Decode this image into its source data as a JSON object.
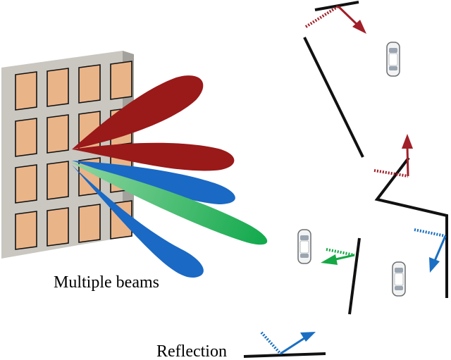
{
  "labels": {
    "multiple_beams": "Multiple beams",
    "reflection": "Reflection"
  },
  "colors": {
    "panel_front": "#c9c7c0",
    "panel_side": "#a3a19b",
    "panel_top": "#e1dfd9",
    "antenna_element": "#eab489",
    "beam_red": "#9a1919",
    "beam_green_start": "#8fd6a2",
    "beam_green_end": "#0fa84a",
    "beam_blue": "#1a69c4",
    "arrow_red": "#a11f28",
    "arrow_green": "#16a845",
    "arrow_blue": "#1a6fc2",
    "wall": "#111111",
    "car_body": "#f3f3f3",
    "car_window": "#9aa5b1"
  },
  "antenna_array": {
    "rows": 4,
    "columns": 4
  },
  "beams": [
    {
      "name": "red-upper",
      "color_key": "beam_red"
    },
    {
      "name": "red-middle",
      "color_key": "beam_red"
    },
    {
      "name": "blue-upper",
      "color_key": "beam_blue"
    },
    {
      "name": "green",
      "color_key": "beam_green_end"
    },
    {
      "name": "blue-lower",
      "color_key": "beam_blue"
    }
  ],
  "reflections": [
    {
      "name": "top",
      "color_key": "arrow_red"
    },
    {
      "name": "middle",
      "color_key": "arrow_red"
    },
    {
      "name": "green",
      "color_key": "arrow_green"
    },
    {
      "name": "right",
      "color_key": "arrow_blue"
    },
    {
      "name": "legend",
      "color_key": "arrow_blue"
    }
  ],
  "vehicles": [
    {
      "name": "car-top",
      "heading": "vertical"
    },
    {
      "name": "car-left",
      "heading": "vertical"
    },
    {
      "name": "car-right",
      "heading": "vertical"
    }
  ]
}
